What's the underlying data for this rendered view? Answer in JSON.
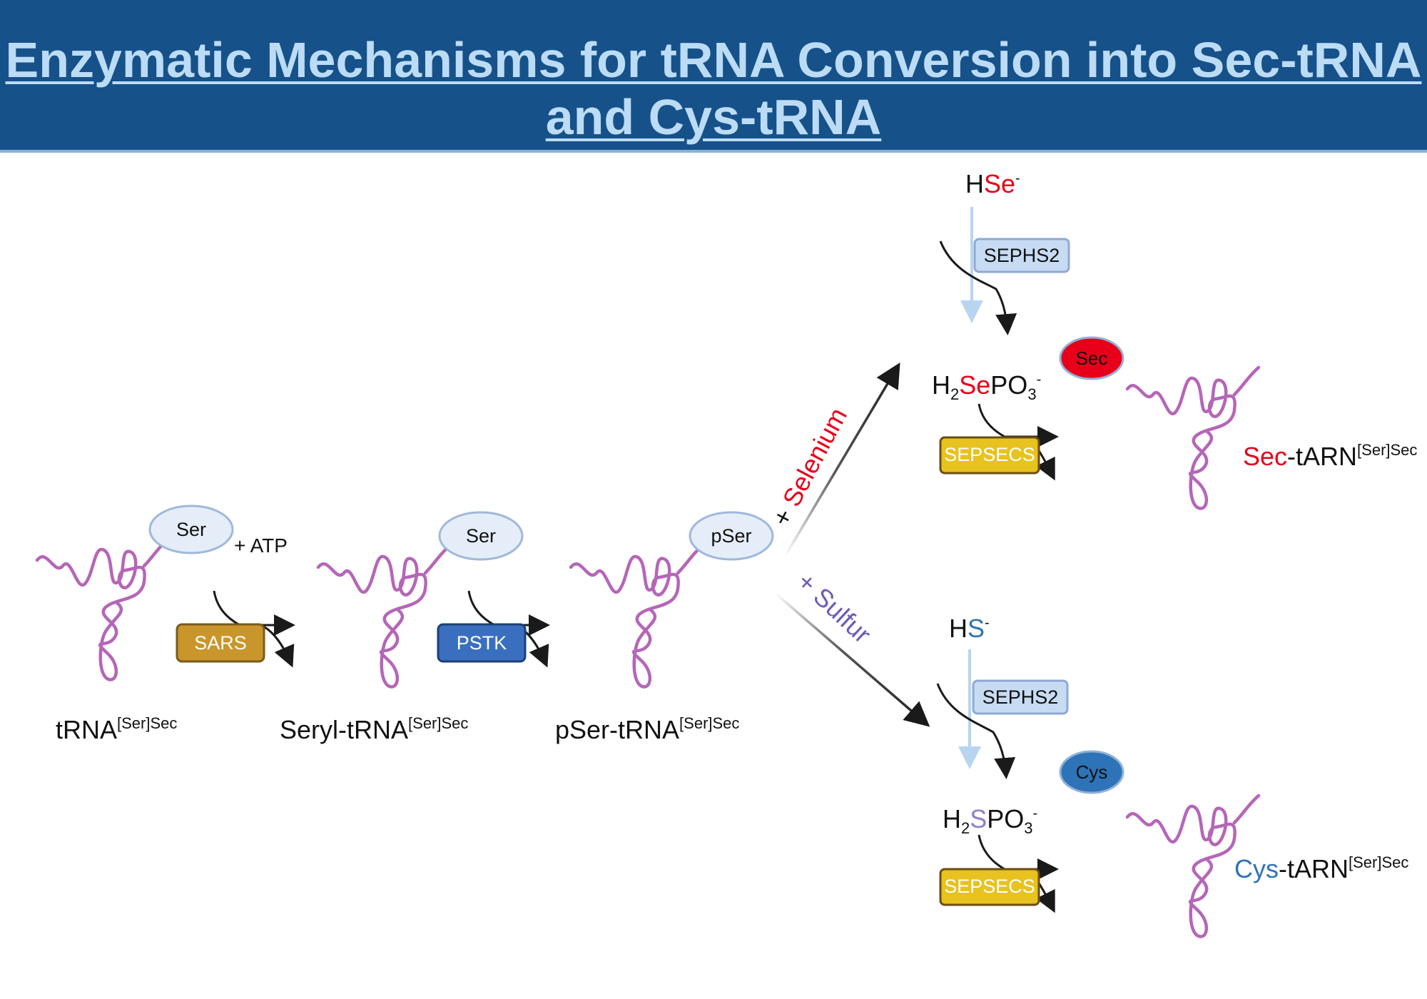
{
  "title": {
    "line1": "Enzymatic Mechanisms for tRNA Conversion into Sec-tRNA ",
    "line2": "and Cys-tRNA"
  },
  "colors": {
    "header_bg": "#16518a",
    "title_text": "#bcdcf5",
    "trna_strand": "#b566b8",
    "selenium_red": "#e8001a",
    "sulfur_purple": "#6a5db8",
    "cys_blue": "#2e73b8",
    "sars_gold": "#c9962b",
    "pstk_blue": "#3a6fc0",
    "sephs2_lightblue": "#c7dcf3",
    "sepsecs_yellow": "#e8c21e"
  },
  "amino_acids": {
    "ser1": "Ser",
    "ser2": "Ser",
    "pser": "pSer",
    "sec": "Sec",
    "cys": "Cys"
  },
  "reagents": {
    "atp": "+ ATP",
    "selenium": "+ Selenium",
    "selenium_sign": "+ ",
    "selenium_word": "Selenium",
    "sulfur": "+ Sulfur",
    "hse": {
      "h": "H",
      "se": "Se",
      "charge": "-"
    },
    "hs": {
      "h": "H",
      "s": "S",
      "charge": "-"
    },
    "h2sepo3": {
      "h": "H",
      "sub2": "2",
      "se": "Se",
      "po": "PO",
      "sub3": "3",
      "charge": "-"
    },
    "h2spo3": {
      "h": "H",
      "sub2": "2",
      "s": "S",
      "po": "PO",
      "sub3": "3",
      "charge": "-"
    }
  },
  "enzymes": {
    "sars": "SARS",
    "pstk": "PSTK",
    "sephs2_top": "SEPHS2",
    "sephs2_bottom": "SEPHS2",
    "sepsecs_top": "SEPSECS",
    "sepsecs_bottom": "SEPSECS"
  },
  "species": {
    "trna": {
      "base": "tRNA",
      "sup": "[Ser]Sec"
    },
    "seryl": {
      "base": "Seryl-tRNA",
      "sup": "[Ser]Sec"
    },
    "pser": {
      "base": "pSer-tRNA",
      "sup": "[Ser]Sec"
    },
    "sec": {
      "prefix": "Sec",
      "base": "-tARN",
      "sup": "[Ser]Sec"
    },
    "cys": {
      "prefix": "Cys",
      "base": "-tARN",
      "sup": "[Ser]Sec"
    }
  }
}
